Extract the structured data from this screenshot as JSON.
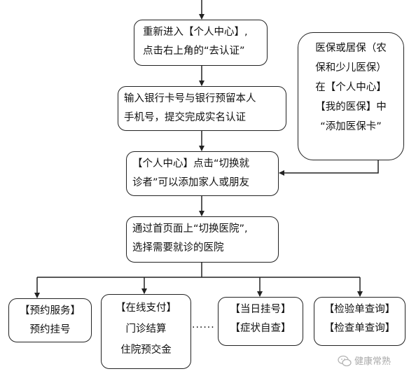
{
  "main_steps": [
    {
      "lines": [
        "重新进入【个人中心】,",
        "点击右上角的“去认证”"
      ]
    },
    {
      "lines": [
        "输入银行卡号与银行预留本人",
        "手机号，提交完成实名认证"
      ]
    },
    {
      "lines": [
        "【个人中心】点击“切换就",
        "诊者”可以添加家人或朋友"
      ]
    },
    {
      "lines": [
        "通过首页面上“切换医院”,",
        "选择需要就诊的医院"
      ]
    }
  ],
  "side_note": {
    "lines": [
      "医保或居保（农",
      "保和少儿医保）",
      "在【个人中心】",
      "【我的医保】中",
      "“添加医保卡”"
    ]
  },
  "services": [
    {
      "lines": [
        "【预约服务】",
        "预约挂号"
      ]
    },
    {
      "lines": [
        "【在线支付】",
        "门诊结算",
        "住院预交金"
      ]
    },
    {
      "lines": [
        "【当日挂号】",
        "【症状自查】"
      ]
    },
    {
      "lines": [
        "【检验单查询】",
        "【检查单查询】"
      ]
    }
  ],
  "ellipsis": "......",
  "watermark": "健康常熟",
  "colors": {
    "line": "#222222",
    "text": "#111111",
    "background": "#ffffff"
  }
}
